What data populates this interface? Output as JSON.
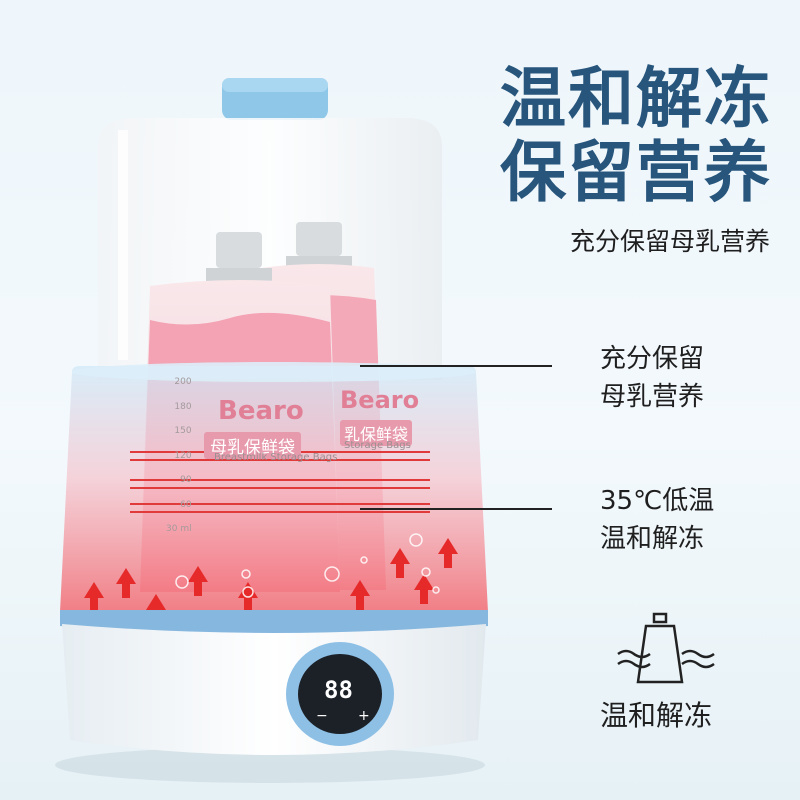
{
  "headline": {
    "line1": "温和解冻",
    "line2": "保留营养"
  },
  "subtitle": "充分保留母乳营养",
  "callouts": [
    {
      "line1": "充分保留",
      "line2": "母乳营养"
    },
    {
      "line1": "35℃低温",
      "line2": "温和解冻"
    }
  ],
  "feature_label": "温和解冻",
  "product": {
    "brand": "Bearo",
    "bag_label": "母乳保鲜袋",
    "bag_label_en": "Breastmilk Storage Bags",
    "bag_label_partial": "乳保鲜袋",
    "bag_label_en_partial": "Storage Bags",
    "display_digits": "88",
    "display_minus": "−",
    "display_plus": "+",
    "graduations": [
      "200",
      "180",
      "150",
      "120",
      "90",
      "60",
      "30 ml"
    ]
  }
}
